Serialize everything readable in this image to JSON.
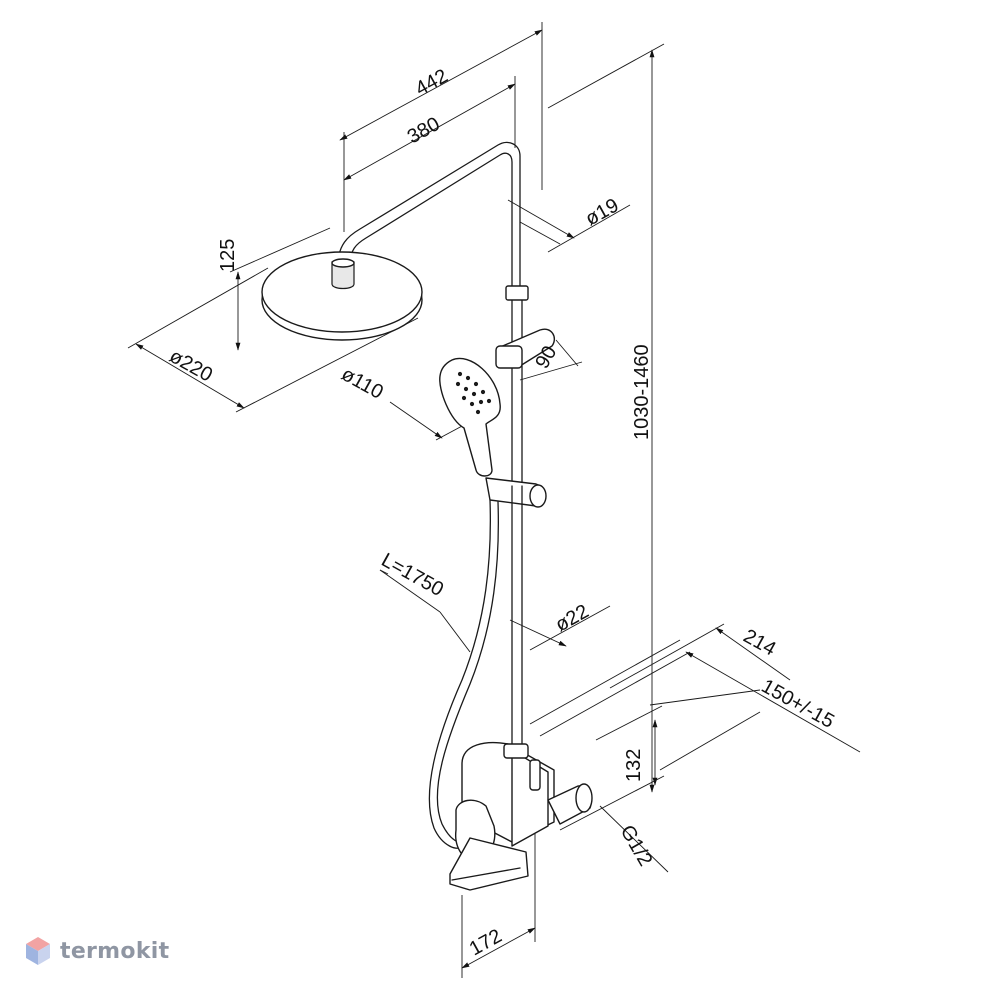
{
  "dimensions": {
    "width_442": "442",
    "width_380": "380",
    "height_125": "125",
    "dia_220": "ø220",
    "dia_110": "ø110",
    "dia_19": "ø19",
    "dim_90": "90",
    "height_range": "1030-1460",
    "hose_length": "L=1750",
    "dia_22": "ø22",
    "dim_214": "214",
    "dim_150": "150+/-15",
    "dim_132": "132",
    "thread": "G1/2",
    "dim_172": "172"
  },
  "brand": {
    "name": "termokit",
    "colors": {
      "top": "#f2a3a3",
      "left": "#9fb4e0",
      "right": "#c9d3ee"
    }
  }
}
